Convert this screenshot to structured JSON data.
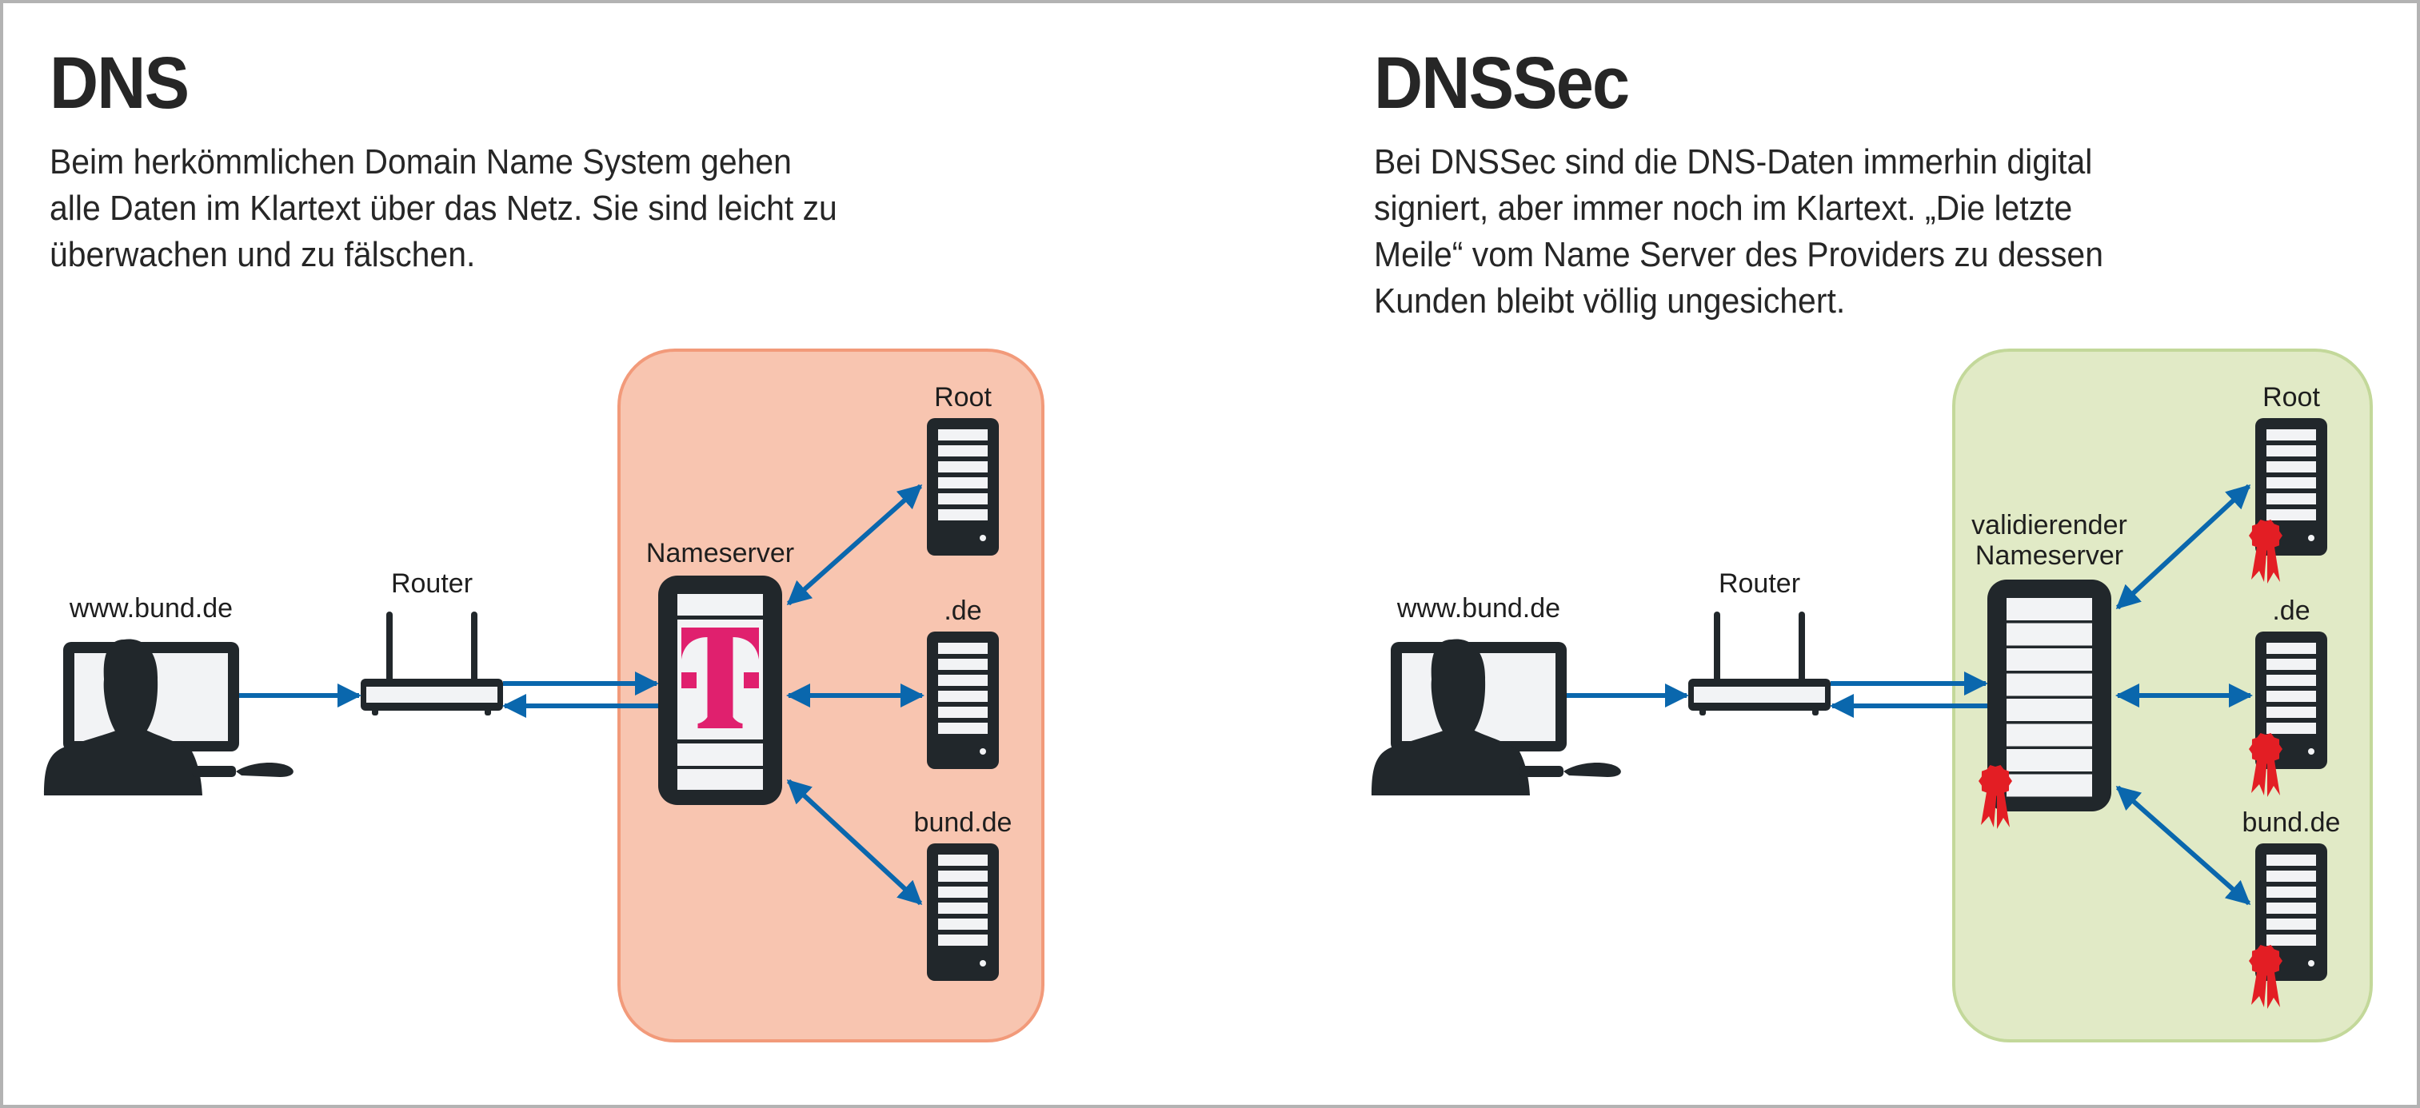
{
  "panels": [
    {
      "id": "dns",
      "title": "DNS",
      "description_lines": [
        "Beim herkömmlichen Domain Name System gehen",
        "alle Daten im Klartext über das Netz. Sie sind leicht zu",
        "überwachen und zu fälschen."
      ],
      "client_label": "www.bund.de",
      "router_label": "Router",
      "nameserver_label_lines": [
        "Nameserver"
      ],
      "nameserver_badge": "telekom-t-logo",
      "servers": [
        {
          "label": "Root",
          "signed": false
        },
        {
          "label": ".de",
          "signed": false
        },
        {
          "label": "bund.de",
          "signed": false
        }
      ],
      "zone_color": "#f8c5b0",
      "zone_border": "#f29a7a",
      "nameserver_signed": false
    },
    {
      "id": "dnssec",
      "title": "DNSSec",
      "description_lines": [
        "Bei DNSSec sind die DNS-Daten immerhin digital",
        "signiert, aber immer noch im Klartext. „Die letzte",
        "Meile“ vom Name Server des Providers zu dessen",
        "Kunden bleibt völlig ungesichert."
      ],
      "client_label": "www.bund.de",
      "router_label": "Router",
      "nameserver_label_lines": [
        "validierender",
        "Nameserver"
      ],
      "nameserver_badge": "seal",
      "servers": [
        {
          "label": "Root",
          "signed": true
        },
        {
          "label": ".de",
          "signed": true
        },
        {
          "label": "bund.de",
          "signed": true
        }
      ],
      "zone_color": "#e1eac6",
      "zone_border": "#c3d89a",
      "nameserver_signed": true
    }
  ],
  "colors": {
    "arrow": "#0a67ad",
    "device": "#21272b",
    "device_light": "#f2f3f5",
    "logo": "#e0206e",
    "seal": "#e31e24"
  }
}
